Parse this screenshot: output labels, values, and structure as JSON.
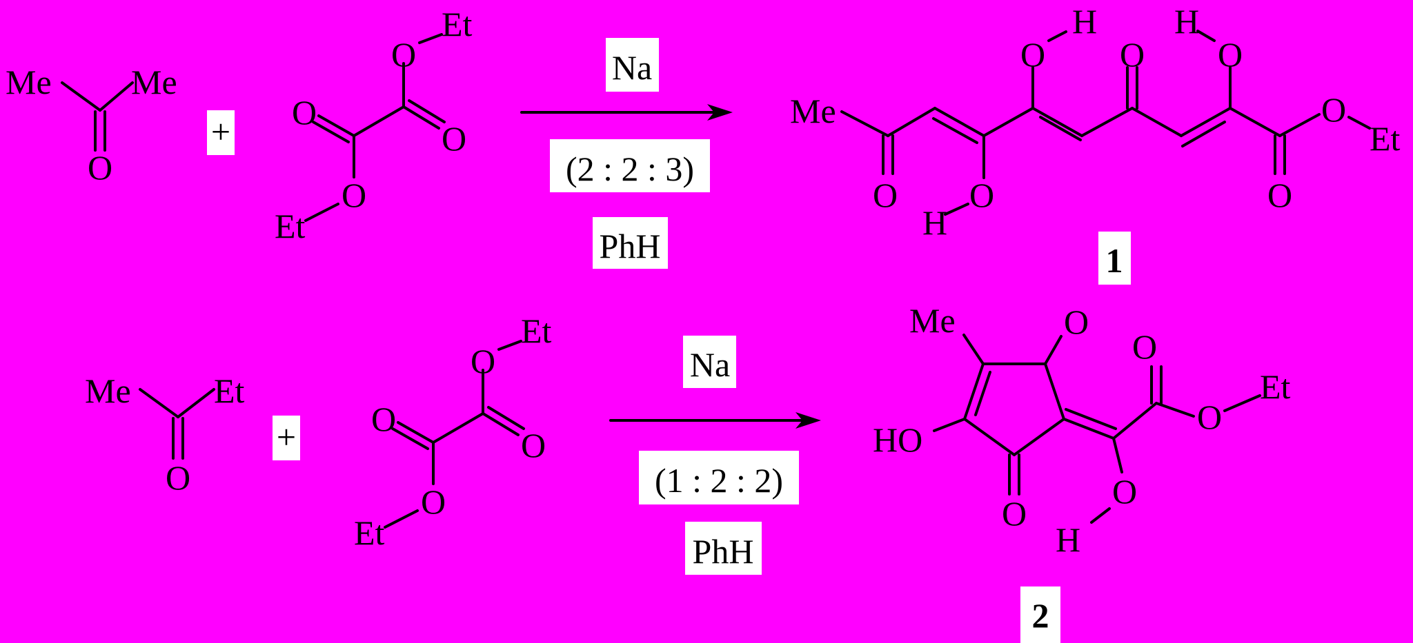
{
  "colors": {
    "background": "#ff00ff",
    "ink": "#000000",
    "label_box": "#ffffff"
  },
  "reaction1": {
    "ketone": {
      "left": "Me",
      "right": "Me",
      "oxygen": "O"
    },
    "plus": "+",
    "oxalate": {
      "o_top": "O",
      "et_top": "Et",
      "o_carbonyl_left": "O",
      "o_carbonyl_right": "O",
      "o_bottom": "O",
      "et_bottom": "Et"
    },
    "reagent": "Na",
    "ratio": "(2 : 2 : 3)",
    "solvent": "PhH",
    "product": {
      "me": "Me",
      "o_ketone": "O",
      "o_enol1": "O",
      "h_enol1": "H",
      "o_enol2": "O",
      "h_enol2": "H",
      "o_central": "O",
      "o_enol3": "O",
      "h_enol3": "H",
      "o_ester_eth": "O",
      "et": "Et",
      "o_ester_co": "O",
      "label": "1"
    }
  },
  "reaction2": {
    "ketone": {
      "left": "Me",
      "right": "Et",
      "oxygen": "O"
    },
    "plus": "+",
    "oxalate": {
      "o_top": "O",
      "et_top": "Et",
      "o_carbonyl_left": "O",
      "o_carbonyl_right": "O",
      "o_bottom": "O",
      "et_bottom": "Et"
    },
    "reagent": "Na",
    "ratio": "(1 : 2 : 2)",
    "solvent": "PhH",
    "product": {
      "me": "Me",
      "o_ring_top": "O",
      "ho": "HO",
      "o_ring_bottom": "O",
      "o_ester_co": "O",
      "o_ester_eth": "O",
      "et": "Et",
      "o_enol": "O",
      "h_enol": "H",
      "label": "2"
    }
  }
}
